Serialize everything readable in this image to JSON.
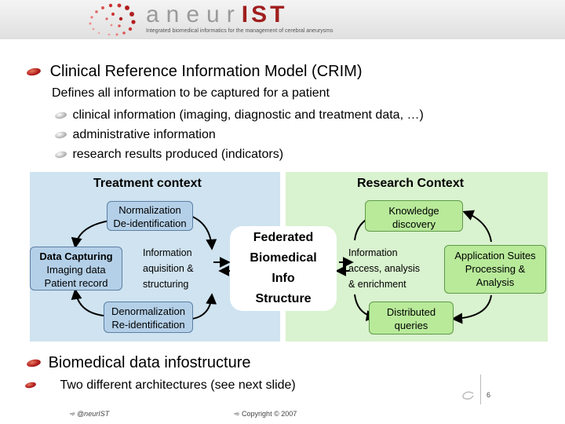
{
  "header": {
    "logo_text": "aneur",
    "logo_accent": "IST",
    "tagline": "Integrated biomedical informatics for the management of cerebral aneurysms"
  },
  "section1": {
    "title": "Clinical Reference Information Model (CRIM)",
    "intro": "Defines all information to be captured for a patient",
    "bullets": [
      "clinical information (imaging, diagnostic and treatment data, …)",
      "administrative information",
      "research results produced (indicators)"
    ]
  },
  "diagram": {
    "treatment_title": "Treatment context",
    "research_title": "Research Context",
    "normalization": [
      "Normalization",
      "De-identification"
    ],
    "denormalization": [
      "Denormalization",
      "Re-identification"
    ],
    "data_capturing": [
      "Data Capturing",
      "Imaging data",
      "Patient record"
    ],
    "info_acquisition": [
      "Information",
      "aquisition &",
      "structuring"
    ],
    "federated": [
      "Federated",
      "Biomedical",
      "Info",
      "Structure"
    ],
    "info_access": [
      "Information",
      "access, analysis",
      "& enrichment"
    ],
    "knowledge": [
      "Knowledge",
      "discovery"
    ],
    "distributed": [
      "Distributed",
      "queries"
    ],
    "app_suites": [
      "Application Suites",
      "Processing &",
      "Analysis"
    ]
  },
  "section2": {
    "title": "Biomedical data infostructure",
    "bullet": "Two different architectures (see next slide)"
  },
  "footer": {
    "left": "@neurIST",
    "center": "Copyright © 2007",
    "page": "6"
  },
  "colors": {
    "accent": "#a01e1e",
    "treatment_panel": "#cfe3f0",
    "research_panel": "#d9f2cf"
  }
}
